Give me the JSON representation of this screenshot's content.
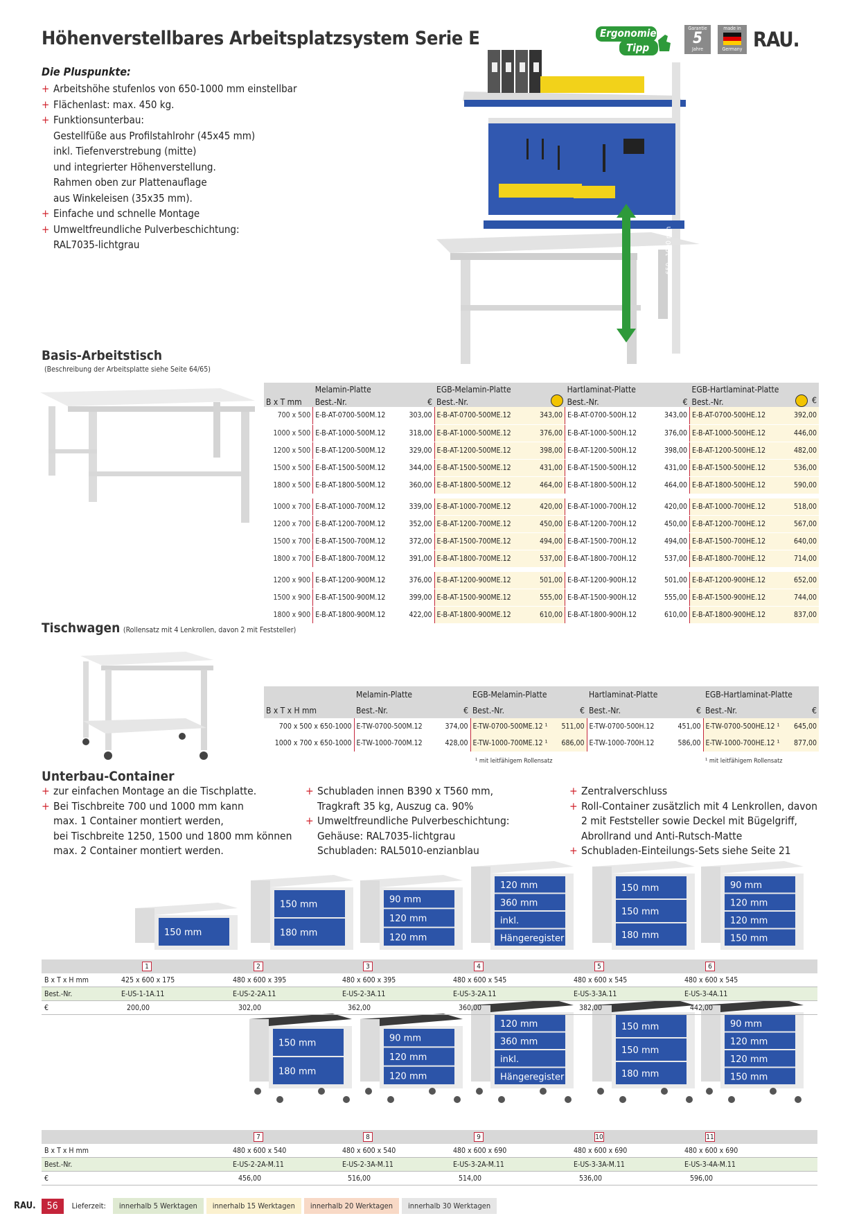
{
  "title": "Höhenverstellbares Arbeitsplatzsystem Serie E",
  "badges": {
    "ergonomie": "Ergonomie",
    "tipp": "Tipp",
    "garantie": "Garantie",
    "garantie_years": "5",
    "jahre": "Jahre",
    "made_in": "made in",
    "germany": "Germany",
    "brand": "RAU."
  },
  "pluspunkte": {
    "title": "Die Pluspunkte:",
    "items": [
      "Arbeitshöhe stufenlos von 650-1000 mm einstellbar",
      "Flächenlast: max. 450 kg.",
      "Funktionsunterbau:",
      "Einfache und schnelle Montage",
      "Umweltfreundliche Pulverbeschichtung:"
    ],
    "cont3": [
      "Gestellfüße aus Profilstahlrohr (45x45 mm)",
      "inkl. Tiefenverstrebung (mitte)",
      "und integrierter Höhenverstellung.",
      "Rahmen oben zur Plattenauflage",
      "aus Winkeleisen (35x35 mm)."
    ],
    "cont5": [
      "RAL7035-lichtgrau"
    ]
  },
  "height_arrow_label": "650 - 1000 mm",
  "basis": {
    "title": "Basis-Arbeitstisch",
    "subtitle": "(Beschreibung der Arbeitsplatte siehe Seite 64/65)",
    "headers": {
      "size": "B x T mm",
      "groups": [
        "Melamin-Platte",
        "EGB-Melamin-Platte",
        "Hartlaminat-Platte",
        "EGB-Hartlaminat-Platte"
      ],
      "best": "Best.-Nr.",
      "eur": "€"
    },
    "groups": [
      [
        [
          "700 x 500",
          "E-B-AT-0700-500M.12",
          "303,00",
          "E-B-AT-0700-500ME.12",
          "343,00",
          "E-B-AT-0700-500H.12",
          "343,00",
          "E-B-AT-0700-500HE.12",
          "392,00"
        ],
        [
          "1000 x 500",
          "E-B-AT-1000-500M.12",
          "318,00",
          "E-B-AT-1000-500ME.12",
          "376,00",
          "E-B-AT-1000-500H.12",
          "376,00",
          "E-B-AT-1000-500HE.12",
          "446,00"
        ],
        [
          "1200 x 500",
          "E-B-AT-1200-500M.12",
          "329,00",
          "E-B-AT-1200-500ME.12",
          "398,00",
          "E-B-AT-1200-500H.12",
          "398,00",
          "E-B-AT-1200-500HE.12",
          "482,00"
        ],
        [
          "1500 x 500",
          "E-B-AT-1500-500M.12",
          "344,00",
          "E-B-AT-1500-500ME.12",
          "431,00",
          "E-B-AT-1500-500H.12",
          "431,00",
          "E-B-AT-1500-500HE.12",
          "536,00"
        ],
        [
          "1800 x 500",
          "E-B-AT-1800-500M.12",
          "360,00",
          "E-B-AT-1800-500ME.12",
          "464,00",
          "E-B-AT-1800-500H.12",
          "464,00",
          "E-B-AT-1800-500HE.12",
          "590,00"
        ]
      ],
      [
        [
          "1000 x 700",
          "E-B-AT-1000-700M.12",
          "339,00",
          "E-B-AT-1000-700ME.12",
          "420,00",
          "E-B-AT-1000-700H.12",
          "420,00",
          "E-B-AT-1000-700HE.12",
          "518,00"
        ],
        [
          "1200 x 700",
          "E-B-AT-1200-700M.12",
          "352,00",
          "E-B-AT-1200-700ME.12",
          "450,00",
          "E-B-AT-1200-700H.12",
          "450,00",
          "E-B-AT-1200-700HE.12",
          "567,00"
        ],
        [
          "1500 x 700",
          "E-B-AT-1500-700M.12",
          "372,00",
          "E-B-AT-1500-700ME.12",
          "494,00",
          "E-B-AT-1500-700H.12",
          "494,00",
          "E-B-AT-1500-700HE.12",
          "640,00"
        ],
        [
          "1800 x 700",
          "E-B-AT-1800-700M.12",
          "391,00",
          "E-B-AT-1800-700ME.12",
          "537,00",
          "E-B-AT-1800-700H.12",
          "537,00",
          "E-B-AT-1800-700HE.12",
          "714,00"
        ]
      ],
      [
        [
          "1200 x 900",
          "E-B-AT-1200-900M.12",
          "376,00",
          "E-B-AT-1200-900ME.12",
          "501,00",
          "E-B-AT-1200-900H.12",
          "501,00",
          "E-B-AT-1200-900HE.12",
          "652,00"
        ],
        [
          "1500 x 900",
          "E-B-AT-1500-900M.12",
          "399,00",
          "E-B-AT-1500-900ME.12",
          "555,00",
          "E-B-AT-1500-900H.12",
          "555,00",
          "E-B-AT-1500-900HE.12",
          "744,00"
        ],
        [
          "1800 x 900",
          "E-B-AT-1800-900M.12",
          "422,00",
          "E-B-AT-1800-900ME.12",
          "610,00",
          "E-B-AT-1800-900H.12",
          "610,00",
          "E-B-AT-1800-900HE.12",
          "837,00"
        ]
      ]
    ]
  },
  "tischwagen": {
    "title": "Tischwagen",
    "subtitle": "(Rollensatz mit 4 Lenkrollen, davon 2 mit Feststeller)",
    "headers": {
      "size": "B x T x H mm",
      "groups": [
        "Melamin-Platte",
        "EGB-Melamin-Platte",
        "Hartlaminat-Platte",
        "EGB-Hartlaminat-Platte"
      ],
      "best": "Best.-Nr.",
      "eur": "€"
    },
    "rows": [
      [
        "700 x 500 x 650-1000",
        "E-TW-0700-500M.12",
        "374,00",
        "E-TW-0700-500ME.12 ¹",
        "511,00",
        "E-TW-0700-500H.12",
        "451,00",
        "E-TW-0700-500HE.12 ¹",
        "645,00"
      ],
      [
        "1000 x 700 x 650-1000",
        "E-TW-1000-700M.12",
        "428,00",
        "E-TW-1000-700ME.12 ¹",
        "686,00",
        "E-TW-1000-700H.12",
        "586,00",
        "E-TW-1000-700HE.12 ¹",
        "877,00"
      ]
    ],
    "footnote": "¹ mit leitfähigem Rollensatz"
  },
  "unterbau": {
    "title": "Unterbau-Container",
    "col1": [
      [
        "zur einfachen Montage an die Tischplatte."
      ],
      [
        "Bei Tischbreite 700 und 1000 mm kann",
        "max. 1 Container montiert werden,",
        "bei Tischbreite 1250, 1500 und 1800 mm können",
        "max. 2 Container montiert werden."
      ]
    ],
    "col2": [
      [
        "Schubladen innen B390 x T560 mm,",
        "Tragkraft 35 kg, Auszug ca. 90%"
      ],
      [
        "Umweltfreundliche Pulverbeschichtung:",
        "Gehäuse: RAL7035-lichtgrau",
        "Schubladen: RAL5010-enzianblau"
      ]
    ],
    "col3": [
      [
        "Zentralverschluss"
      ],
      [
        "Roll-Container zusätzlich mit 4 Lenkrollen, davon",
        "2 mit Feststeller sowie Deckel mit Bügelgriff,",
        "Abrollrand und Anti-Rutsch-Matte"
      ],
      [
        "Schubladen-Einteilungs-Sets siehe Seite 21"
      ]
    ]
  },
  "drawers": {
    "c1": [
      "150 mm"
    ],
    "c2": [
      "150 mm",
      "180 mm"
    ],
    "c3": [
      "90 mm",
      "120 mm",
      "120 mm"
    ],
    "c4": [
      "120 mm",
      "360 mm",
      "inkl.",
      "Hängeregister"
    ],
    "c5": [
      "150 mm",
      "150 mm",
      "180 mm"
    ],
    "c6": [
      "90 mm",
      "120 mm",
      "120 mm",
      "150 mm"
    ]
  },
  "row_labels": {
    "size": "B x T x H mm",
    "best": "Best.-Nr.",
    "eur": "€"
  },
  "containers1": [
    {
      "n": "1",
      "size": "425 x 600 x 175",
      "best": "E-US-1-1A.11",
      "price": "200,00"
    },
    {
      "n": "2",
      "size": "480 x 600 x 395",
      "best": "E-US-2-2A.11",
      "price": "302,00"
    },
    {
      "n": "3",
      "size": "480 x 600 x 395",
      "best": "E-US-2-3A.11",
      "price": "362,00"
    },
    {
      "n": "4",
      "size": "480 x 600 x 545",
      "best": "E-US-3-2A.11",
      "price": "360,00"
    },
    {
      "n": "5",
      "size": "480 x 600 x 545",
      "best": "E-US-3-3A.11",
      "price": "382,00"
    },
    {
      "n": "6",
      "size": "480 x 600 x 545",
      "best": "E-US-3-4A.11",
      "price": "442,00"
    }
  ],
  "containers2": [
    {
      "n": "7",
      "size": "480 x 600 x 540",
      "best": "E-US-2-2A-M.11",
      "price": "456,00"
    },
    {
      "n": "8",
      "size": "480 x 600 x 540",
      "best": "E-US-2-3A-M.11",
      "price": "516,00"
    },
    {
      "n": "9",
      "size": "480 x 600 x 690",
      "best": "E-US-3-2A-M.11",
      "price": "514,00"
    },
    {
      "n": "10",
      "size": "480 x 600 x 690",
      "best": "E-US-3-3A-M.11",
      "price": "536,00"
    },
    {
      "n": "11",
      "size": "480 x 600 x 690",
      "best": "E-US-3-4A-M.11",
      "price": "596,00"
    }
  ],
  "footer": {
    "brand": "RAU.",
    "page": "56",
    "lieferzeit": "Lieferzeit:",
    "pills": [
      {
        "text": "innerhalb 5 Werktagen",
        "color": "#dfead2"
      },
      {
        "text": "innerhalb 15 Werktagen",
        "color": "#fbf1cf"
      },
      {
        "text": "innerhalb 20 Werktagen",
        "color": "#f8d9c6"
      },
      {
        "text": "innerhalb 30 Werktagen",
        "color": "#e6e6e6"
      }
    ]
  },
  "colors": {
    "accent": "#d0202a",
    "blue": "#2c54a8",
    "green": "#2e9a3a",
    "grey": "#d8d8d8"
  }
}
